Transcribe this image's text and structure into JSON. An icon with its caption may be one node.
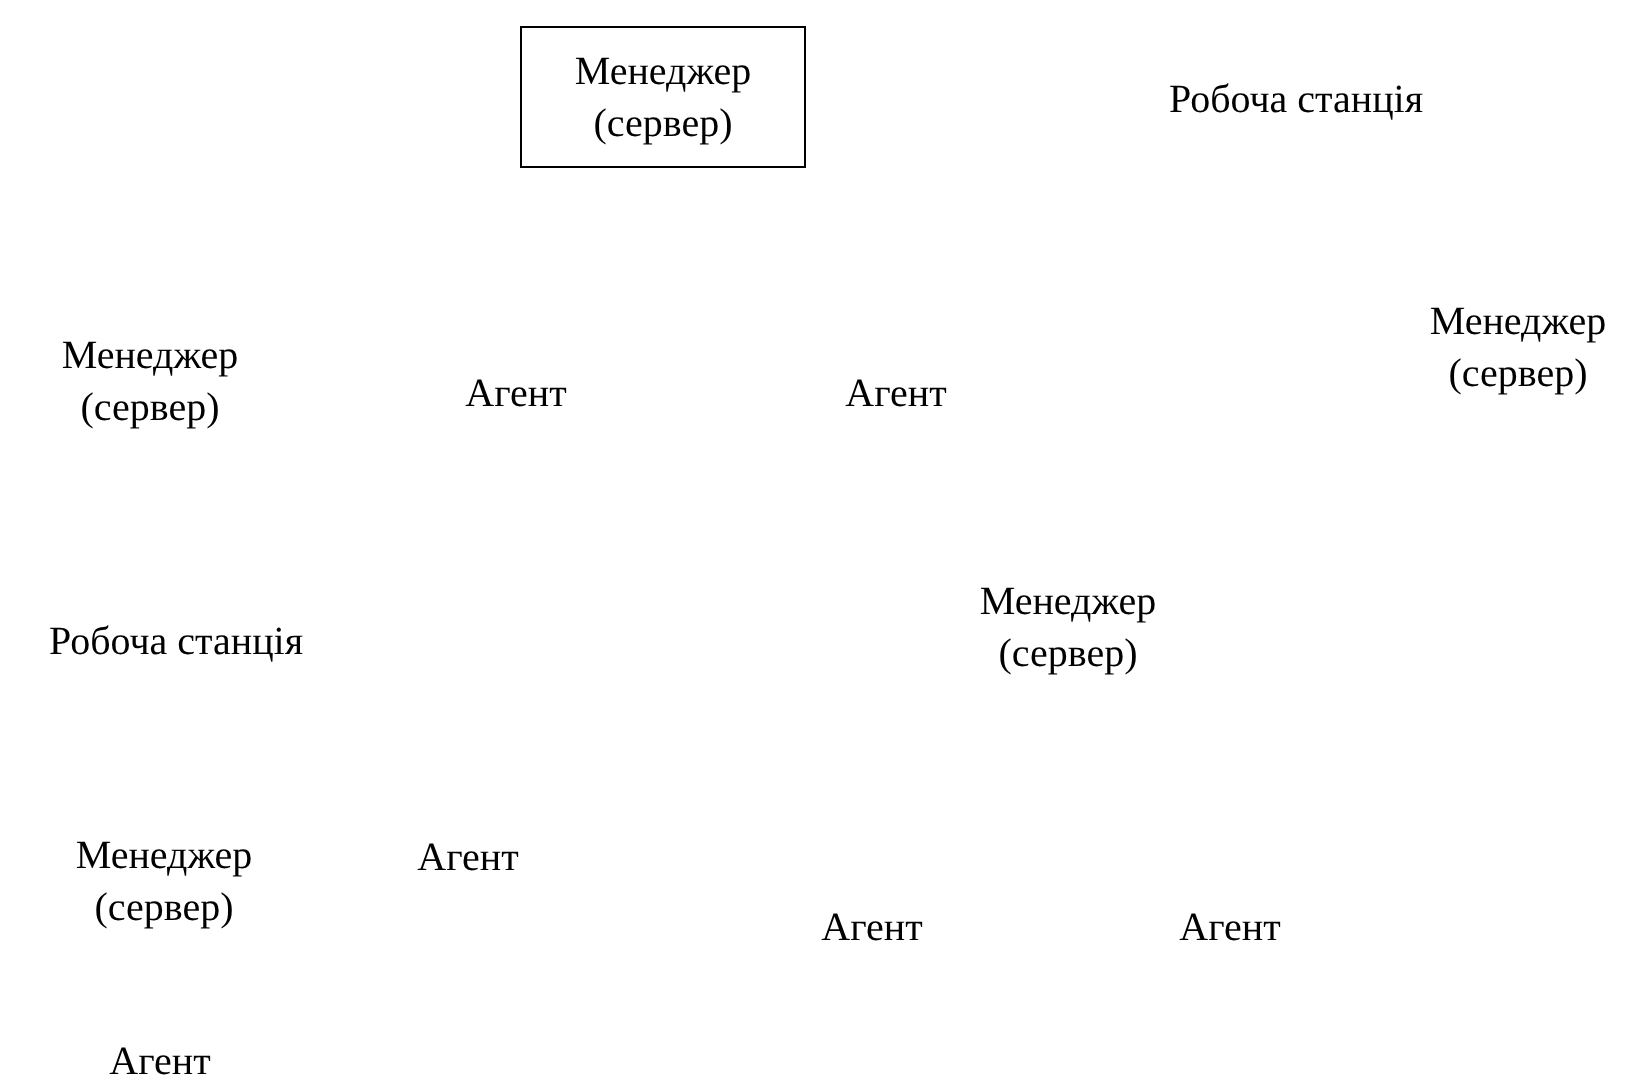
{
  "diagram": {
    "nodes": [
      {
        "text": [
          "Менеджер (сервер)"
        ]
      }
    ],
    "labels": [
      "Робоча станція",
      "Менеджер (сервер)",
      "Агент",
      "Агент",
      "Менеджер (сервер)",
      "Робоча станція",
      "Менеджер (сервер)",
      "Менеджер (сервер)",
      "Агент",
      "Агент",
      "Агент",
      "Агент"
    ]
  }
}
